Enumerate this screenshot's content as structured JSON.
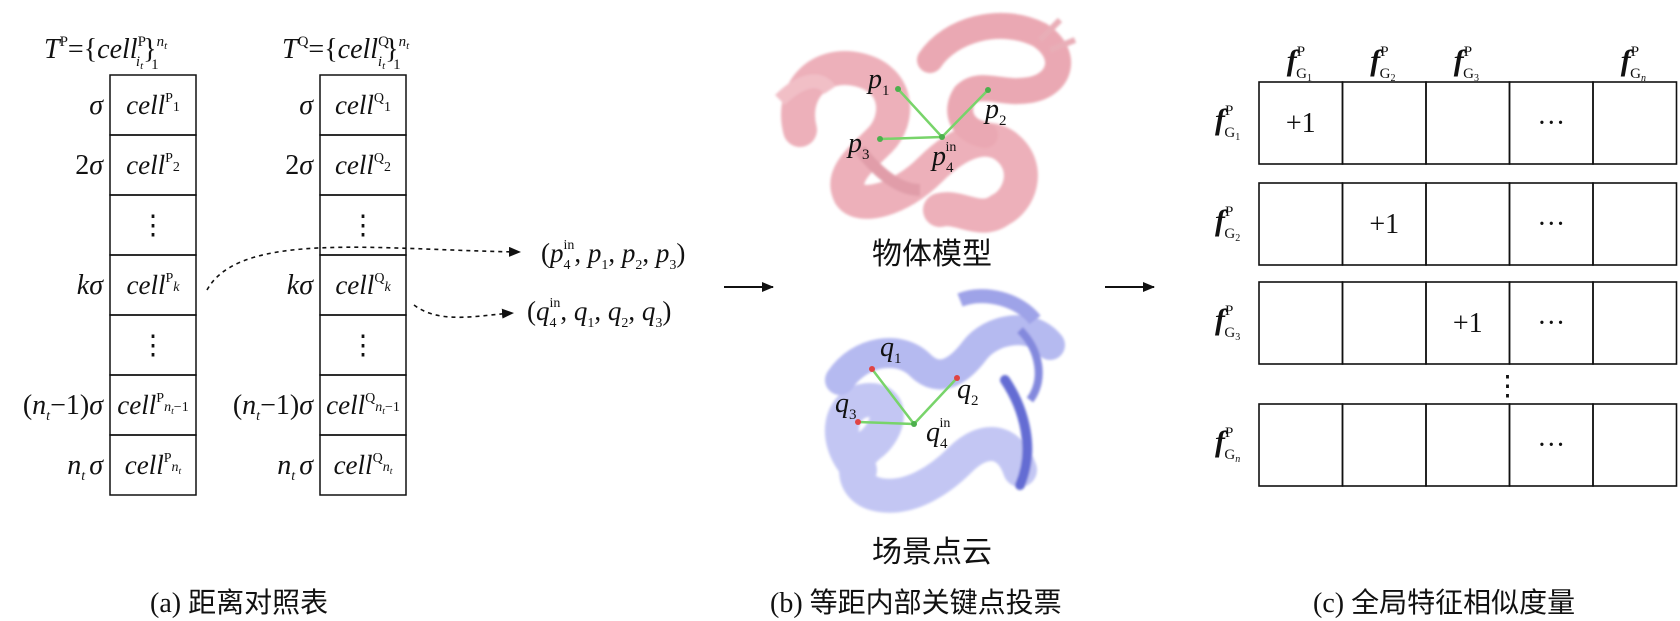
{
  "panel_a": {
    "caption": "(a) 距离对照表",
    "table_p": {
      "title": {
        "T": "T",
        "sup": "P",
        "eq": "={",
        "cell": "cell",
        "cell_sup": "P",
        "cell_sub": "i",
        "cell_subsub": "t",
        "close": "}",
        "close_sup": "n",
        "close_supsub": "t",
        "close_sub": "1"
      },
      "row_labels": [
        "σ",
        "2σ",
        "",
        "kσ",
        "",
        "(n_t−1)σ",
        "n_tσ"
      ],
      "cells": [
        {
          "text": "cell",
          "sup": "P",
          "sub": "1"
        },
        {
          "text": "cell",
          "sup": "P",
          "sub": "2"
        },
        {
          "text": "⋮",
          "sup": "",
          "sub": ""
        },
        {
          "text": "cell",
          "sup": "P",
          "sub": "k"
        },
        {
          "text": "⋮",
          "sup": "",
          "sub": ""
        },
        {
          "text": "cell",
          "sup": "P",
          "sub": "n_t−1"
        },
        {
          "text": "cell",
          "sup": "P",
          "sub": "n_t"
        }
      ]
    },
    "table_q": {
      "title": {
        "T": "T",
        "sup": "Q",
        "eq": "={",
        "cell": "cell",
        "cell_sup": "Q",
        "cell_sub": "i",
        "cell_subsub": "t",
        "close": "}",
        "close_sup": "n",
        "close_supsub": "t",
        "close_sub": "1"
      },
      "row_labels": [
        "σ",
        "2σ",
        "",
        "kσ",
        "",
        "(n_t−1)σ",
        "n_tσ"
      ],
      "cells": [
        {
          "text": "cell",
          "sup": "Q",
          "sub": "1"
        },
        {
          "text": "cell",
          "sup": "Q",
          "sub": "2"
        },
        {
          "text": "⋮",
          "sup": "",
          "sub": ""
        },
        {
          "text": "cell",
          "sup": "Q",
          "sub": "k"
        },
        {
          "text": "⋮",
          "sup": "",
          "sub": ""
        },
        {
          "text": "cell",
          "sup": "Q",
          "sub": "n_t−1"
        },
        {
          "text": "cell",
          "sup": "Q",
          "sub": "n_t"
        }
      ]
    },
    "tuple_p": "(p4in, p1, p2, p3)",
    "tuple_q": "(q4in, q1, q2, q3)"
  },
  "panel_b": {
    "caption": "(b) 等距内部关键点投票",
    "model_label": "物体模型",
    "scene_label": "场景点云",
    "model_points": [
      "p1",
      "p2",
      "p3",
      "p4in"
    ],
    "scene_points": [
      "q1",
      "q2",
      "q3",
      "q4in"
    ],
    "model_color": "#e8a0ab",
    "scene_color": "#8a8fe0",
    "line_color": "#78d46a"
  },
  "panel_c": {
    "caption": "(c) 全局特征相似度量",
    "col_headers": [
      "f_G1^P",
      "f_G2^P",
      "f_G3^P",
      "f_Gn^P"
    ],
    "row_headers": [
      "f_G1^P",
      "f_G2^P",
      "f_G3^P",
      "f_Gn^P"
    ],
    "grid": [
      [
        "+1",
        "",
        "",
        "···",
        ""
      ],
      [
        "",
        "+1",
        "",
        "···",
        ""
      ],
      [
        "",
        "",
        "+1",
        "···",
        ""
      ],
      [
        "",
        "",
        "",
        "···",
        ""
      ]
    ],
    "vdots": "⋮"
  }
}
